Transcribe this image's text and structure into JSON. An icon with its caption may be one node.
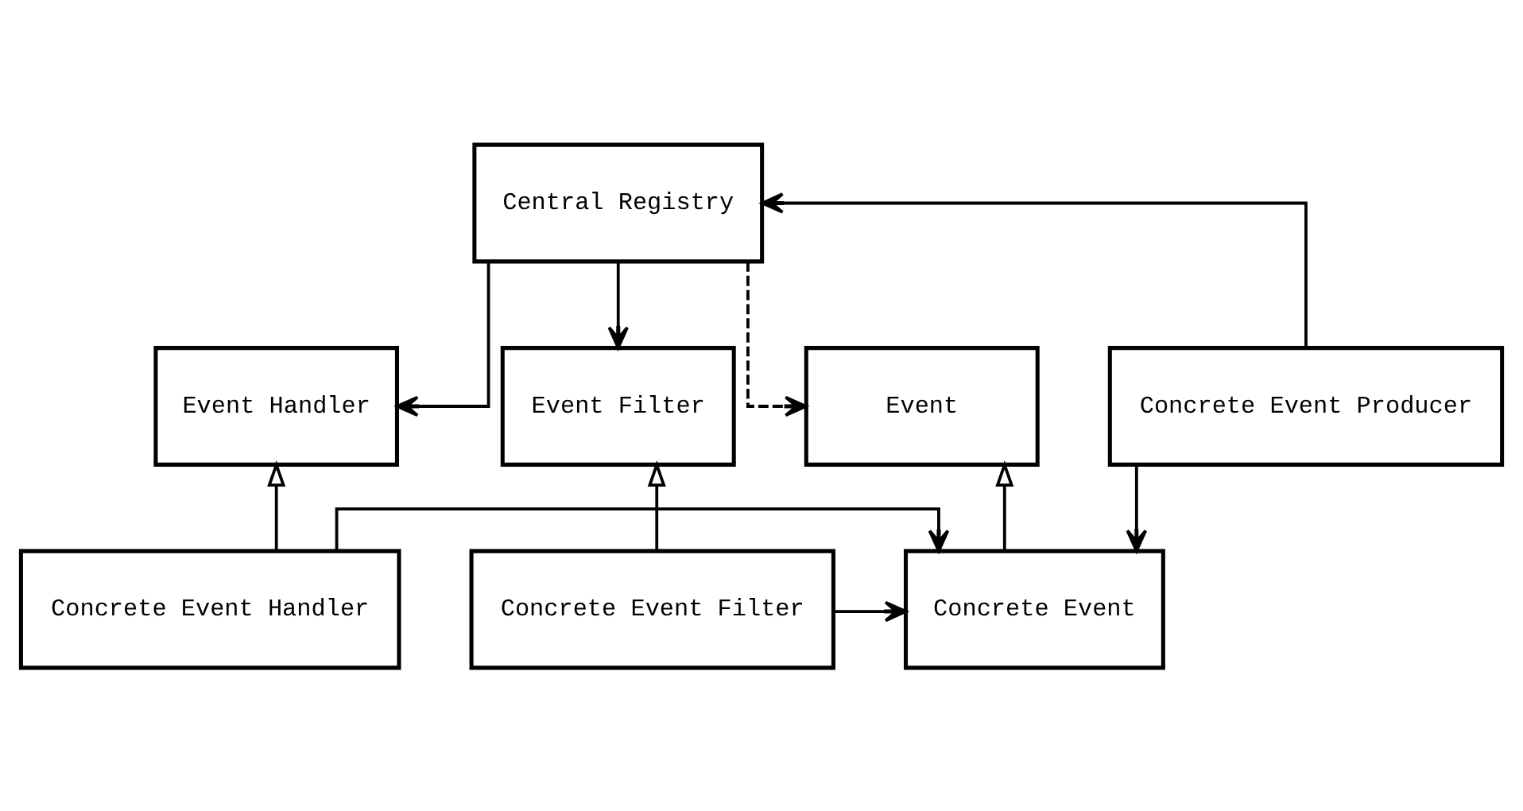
{
  "diagram": {
    "nodes": [
      {
        "text": [
          "Central Registry"
        ]
      },
      {
        "text": [
          "Event Handler"
        ]
      },
      {
        "text": [
          "Event Filter"
        ]
      },
      {
        "text": [
          "Event"
        ]
      },
      {
        "text": [
          "Concrete Event Producer"
        ]
      },
      {
        "text": [
          "Concrete Event Handler"
        ]
      },
      {
        "text": [
          "Concrete Event Filter"
        ]
      },
      {
        "text": [
          "Concrete Event"
        ]
      }
    ],
    "edges": [
      {
        "from": 0,
        "to": 1,
        "arrow": "to"
      },
      {
        "from": 0,
        "to": 2,
        "arrow": "to"
      },
      {
        "from": 0,
        "to": 3,
        "arrow": "to",
        "style": "dashed"
      },
      {
        "from": 4,
        "to": 0,
        "arrow": "to"
      },
      {
        "from": 5,
        "to": 1,
        "arrow": "to"
      },
      {
        "from": 6,
        "to": 2,
        "arrow": "to"
      },
      {
        "from": 7,
        "to": 3,
        "arrow": "to"
      },
      {
        "from": 6,
        "to": 7,
        "arrow": "to"
      },
      {
        "from": 4,
        "to": 7,
        "arrow": "to"
      },
      {
        "from": 5,
        "to": 7,
        "arrow": "to"
      }
    ]
  }
}
